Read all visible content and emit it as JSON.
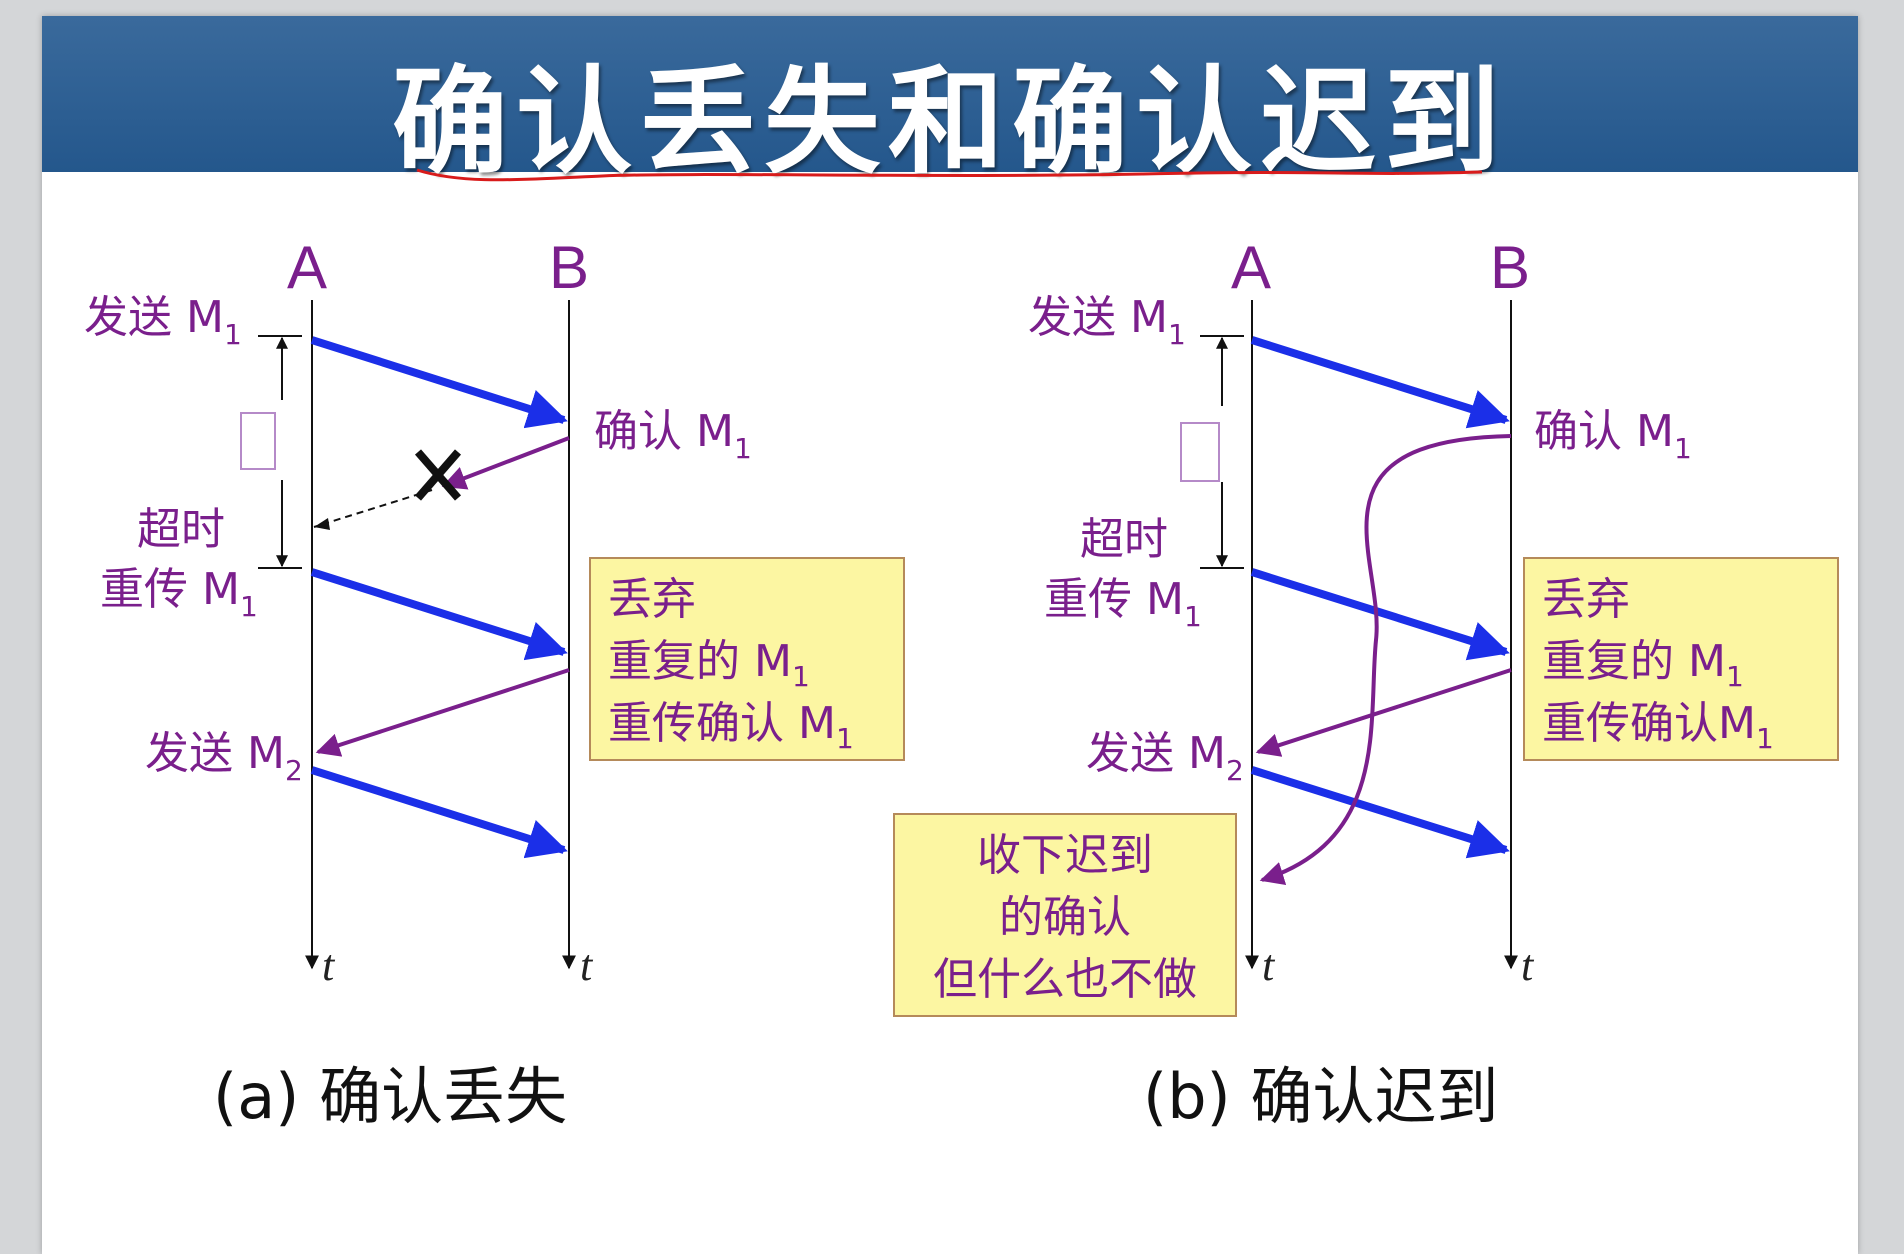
{
  "title": "确认丢失和确认迟到",
  "colors": {
    "title_bar": "#2a5d91",
    "data_arrow": "#1b2fe8",
    "ack_arrow": "#7a1f8c",
    "label": "#7a1f8c",
    "note_fill": "#fcf6a2"
  },
  "panel_a": {
    "node_a": "A",
    "node_b": "B",
    "time_label": "t",
    "send_m1": "发送 M",
    "ack_m1": "确认 M",
    "timeout": "超时",
    "retransmit_m1": "重传 M",
    "send_m2": "发送 M",
    "sub_1": "1",
    "sub_2": "2",
    "lost_marker": "lost-x-icon",
    "note_lines": [
      "丢弃",
      "重复的 M",
      "重传确认 M"
    ],
    "caption": "(a) 确认丢失"
  },
  "panel_b": {
    "node_a": "A",
    "node_b": "B",
    "time_label": "t",
    "send_m1": "发送 M",
    "ack_m1": "确认 M",
    "timeout": "超时",
    "retransmit_m1": "重传 M",
    "send_m2": "发送 M",
    "sub_1": "1",
    "sub_2": "2",
    "note_lines": [
      "丢弃",
      "重复的 M",
      "重传确认M"
    ],
    "late_note_lines": [
      "收下迟到",
      "的确认",
      "但什么也不做"
    ],
    "caption": "(b) 确认迟到"
  }
}
